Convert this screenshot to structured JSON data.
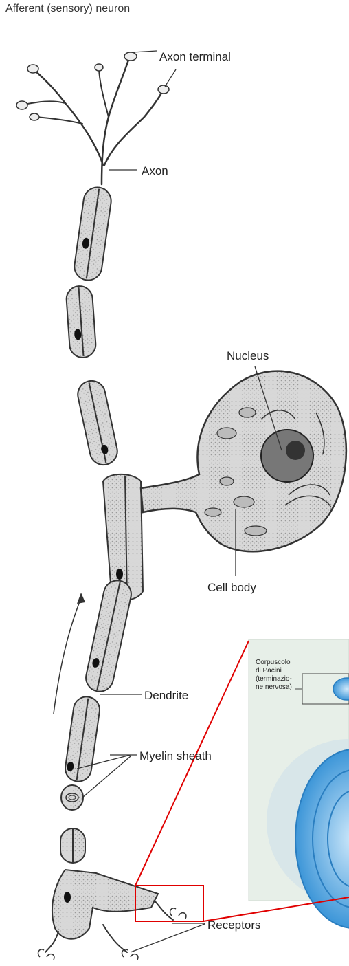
{
  "title": "Afferent (sensory) neuron",
  "labels": {
    "axon_terminal": "Axon terminal",
    "axon": "Axon",
    "nucleus": "Nucleus",
    "cell_body": "Cell body",
    "dendrite": "Dendrite",
    "myelin_sheath": "Myelin sheath",
    "receptors": "Receptors"
  },
  "inset": {
    "caption_lines": [
      "Corpuscolo",
      "di Pacini",
      "(terminazio-",
      "ne nervosa)"
    ]
  },
  "colors": {
    "ink": "#333333",
    "cell_fill": "#d9d9d9",
    "zoom_line": "#e00000",
    "inset_bg": "#e7efe8",
    "corpuscle": "#4aa3e0"
  },
  "icons": {
    "direction": "up-arrow-icon"
  }
}
